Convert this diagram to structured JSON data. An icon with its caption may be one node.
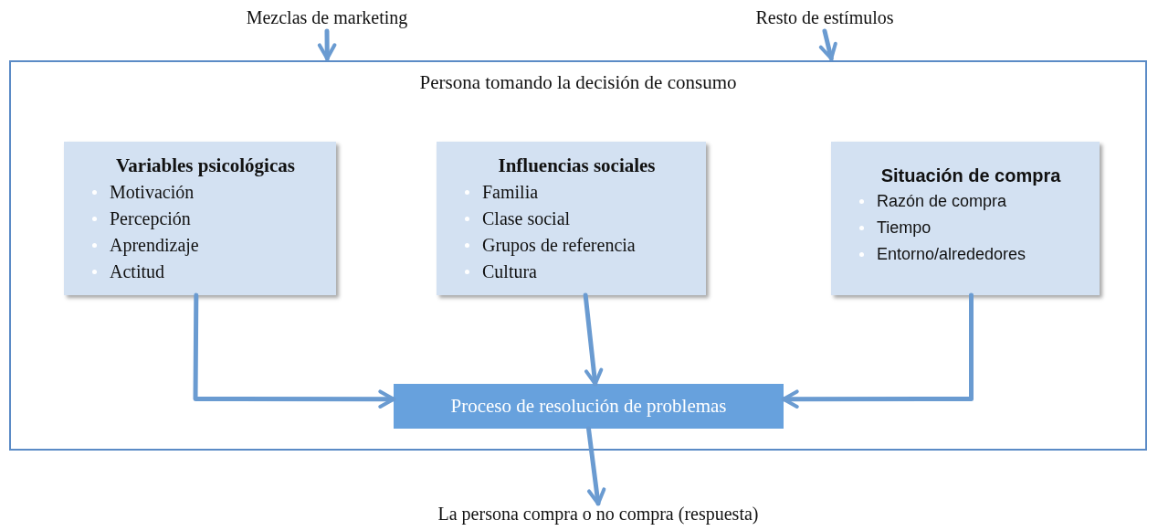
{
  "diagram": {
    "nodes": [
      {
        "text": [
          "Persona tomando la decisión de consumo"
        ]
      },
      {
        "text": [
          "Variables psicológicas",
          "Motivación",
          "Percepción",
          "Aprendizaje",
          "Actitud"
        ],
        "in": 0
      },
      {
        "text": [
          "Influencias sociales",
          "Familia",
          "Clase social",
          "Grupos de referencia",
          "Cultura"
        ],
        "in": 0
      },
      {
        "text": [
          "Situación de compra",
          "Razón de compra",
          "Tiempo",
          "Entorno/alrededores"
        ],
        "in": 0
      },
      {
        "text": [
          "Proceso de resolución de problemas"
        ],
        "in": 0
      },
      {
        "text": [
          "Mezclas de marketing"
        ]
      },
      {
        "text": [
          "Resto de estímulos"
        ]
      },
      {
        "text": [
          "La persona compra o no compra (respuesta)"
        ]
      }
    ],
    "edges": [
      {
        "from": 5,
        "to": 0,
        "arrow": "to"
      },
      {
        "from": 6,
        "to": 0,
        "arrow": "to"
      },
      {
        "from": 1,
        "to": 4,
        "arrow": "to"
      },
      {
        "from": 2,
        "to": 4,
        "arrow": "to"
      },
      {
        "from": 3,
        "to": 4,
        "arrow": "to"
      },
      {
        "from": 4,
        "to": 7,
        "arrow": "to"
      }
    ]
  }
}
